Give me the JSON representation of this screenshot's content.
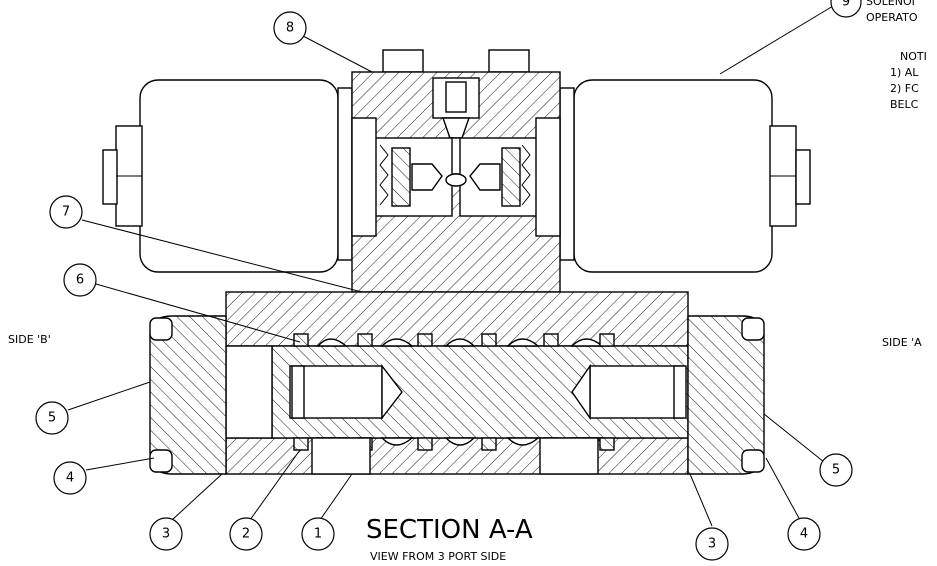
{
  "drawing": {
    "section_title": "SECTION A-A",
    "section_subtitle": "VIEW FROM 3 PORT SIDE",
    "side_b_label": "SIDE 'B'",
    "side_a_label": "SIDE 'A",
    "notes": {
      "heading": "NOTI",
      "line1": "1) AL",
      "line2": "2) FC",
      "line3": "BELC"
    },
    "callout_9_text": {
      "line1": "SOLENOI",
      "line2": "OPERATO"
    },
    "balloons": [
      "1",
      "2",
      "3",
      "3",
      "4",
      "4",
      "5",
      "5",
      "6",
      "7",
      "8",
      "9"
    ]
  }
}
